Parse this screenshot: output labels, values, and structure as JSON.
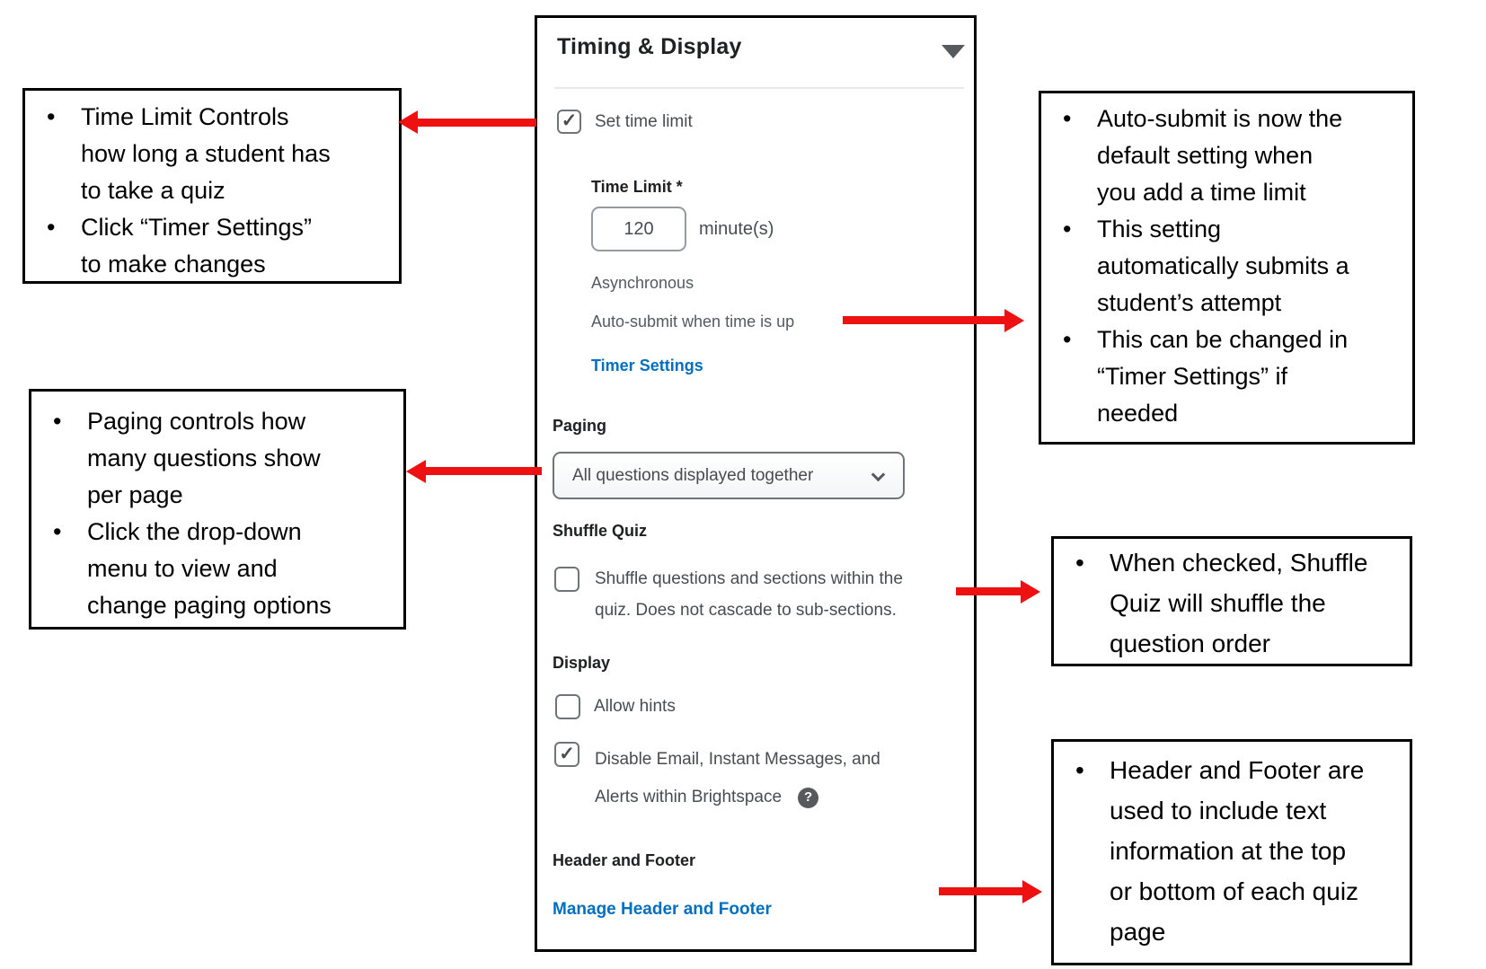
{
  "panel": {
    "title": "Timing & Display",
    "set_time_limit": {
      "label": "Set time limit",
      "checked": true
    },
    "time_limit": {
      "label": "Time Limit *",
      "value": "120",
      "unit": "minute(s)"
    },
    "time_limit_info": {
      "asynchronous": "Asynchronous",
      "autosubmit": "Auto-submit when time is up"
    },
    "timer_settings_link": "Timer Settings",
    "paging": {
      "label": "Paging",
      "selected": "All questions displayed together"
    },
    "shuffle": {
      "label": "Shuffle Quiz",
      "checked": false,
      "option": "Shuffle questions and sections within the\nquiz. Does not cascade to sub-sections."
    },
    "display": {
      "label": "Display",
      "allow_hints": "Allow hints",
      "allow_hints_checked": false,
      "disable_line1": "Disable Email, Instant Messages, and",
      "disable_line2": "Alerts within Brightspace",
      "disable_checked": true
    },
    "header_footer": {
      "label": "Header and Footer",
      "manage_link": "Manage Header and Footer"
    }
  },
  "callouts": {
    "time_limit_box": {
      "bullets": [
        "Time Limit Controls\nhow long a student has\nto take a quiz",
        "Click “Timer Settings”\nto make changes"
      ]
    },
    "paging_box": {
      "bullets": [
        "Paging controls how\nmany questions show\nper page",
        "Click the drop-down\nmenu to view and\nchange paging options"
      ]
    },
    "autosubmit_box": {
      "bullets": [
        "Auto-submit is now the\ndefault setting when\nyou add a time limit",
        "This setting\nautomatically submits a\nstudent’s attempt",
        "This can be changed in\n“Timer Settings” if\nneeded"
      ]
    },
    "shuffle_box": {
      "bullets": [
        "When checked, Shuffle\nQuiz will shuffle the\nquestion order"
      ]
    },
    "header_footer_box": {
      "bullets": [
        "Header and Footer are\nused to include text\ninformation at the top\nor bottom of each quiz\npage"
      ]
    }
  },
  "icons": {
    "check": "✓",
    "help": "?"
  },
  "colors": {
    "arrow_red": "#ee1111",
    "link_blue": "#006fbf",
    "label_dark": "#202122",
    "body_gray": "#494c4e",
    "muted_gray": "#565a5c",
    "panel_border": "#000000"
  }
}
